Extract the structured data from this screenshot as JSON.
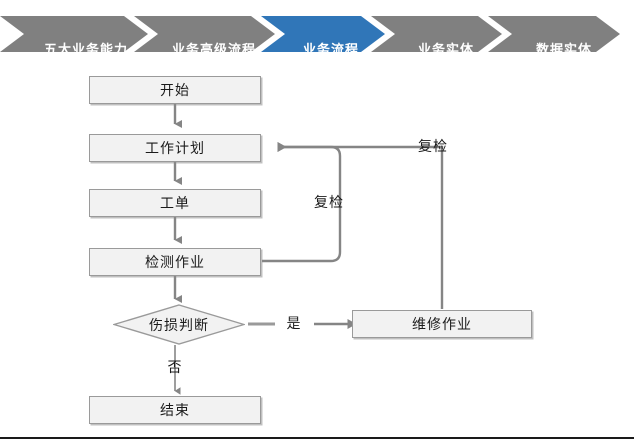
{
  "breadcrumb": {
    "active_color": "#3076B8",
    "inactive_color": "#808080",
    "text_color": "#FFFFFF",
    "items": [
      {
        "label": "五大业务能力",
        "active": false
      },
      {
        "label": "业务高级流程",
        "active": false
      },
      {
        "label": "业务流程",
        "active": true
      },
      {
        "label": "业务实体",
        "active": false
      },
      {
        "label": "数据实体",
        "active": false
      }
    ]
  },
  "flowchart": {
    "type": "flowchart",
    "node_fill": "#F2F2F2",
    "node_border": "#9A9A9A",
    "connector_color": "#858585",
    "nodes": [
      {
        "id": "start",
        "label": "开始",
        "shape": "rect"
      },
      {
        "id": "plan",
        "label": "工作计划",
        "shape": "rect"
      },
      {
        "id": "workorder",
        "label": "工单",
        "shape": "rect"
      },
      {
        "id": "inspection",
        "label": "检测作业",
        "shape": "rect"
      },
      {
        "id": "decision",
        "label": "伤损判断",
        "shape": "diamond"
      },
      {
        "id": "repair",
        "label": "维修作业",
        "shape": "rect"
      },
      {
        "id": "end",
        "label": "结束",
        "shape": "rect"
      }
    ],
    "edges": [
      {
        "from": "start",
        "to": "plan",
        "label": ""
      },
      {
        "from": "plan",
        "to": "workorder",
        "label": ""
      },
      {
        "from": "workorder",
        "to": "inspection",
        "label": ""
      },
      {
        "from": "inspection",
        "to": "decision",
        "label": ""
      },
      {
        "from": "decision",
        "to": "repair",
        "label": "是"
      },
      {
        "from": "decision",
        "to": "end",
        "label": "否"
      },
      {
        "from": "inspection",
        "to": "plan",
        "label": "复检"
      },
      {
        "from": "repair",
        "to": "plan",
        "label": "复检"
      }
    ],
    "labels": {
      "yes": "是",
      "no": "否",
      "recheck_inner": "复检",
      "recheck_outer": "复检"
    }
  }
}
